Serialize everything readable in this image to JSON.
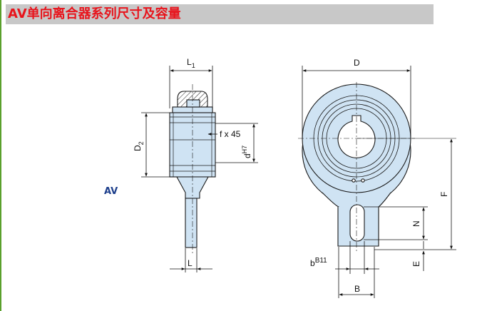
{
  "header": {
    "series_code": "AV",
    "title_rest": "单向离合器系列尺寸及容量"
  },
  "model_label": "AV",
  "dimensions": {
    "L1": "L",
    "L1_sub": "1",
    "D2": "D",
    "D2_sub": "2",
    "chamfer": "f x 45",
    "bore": "d",
    "bore_tol": "H7",
    "L": "L",
    "D": "D",
    "F": "F",
    "N": "N",
    "E": "E",
    "b": "b",
    "b_tol": "B11",
    "B": "B"
  },
  "colors": {
    "fill": "#cfe3f3",
    "stroke": "#1a1a1a",
    "title": "#e8141c",
    "model": "#1d3f8c",
    "band": "#c8c8c8"
  }
}
